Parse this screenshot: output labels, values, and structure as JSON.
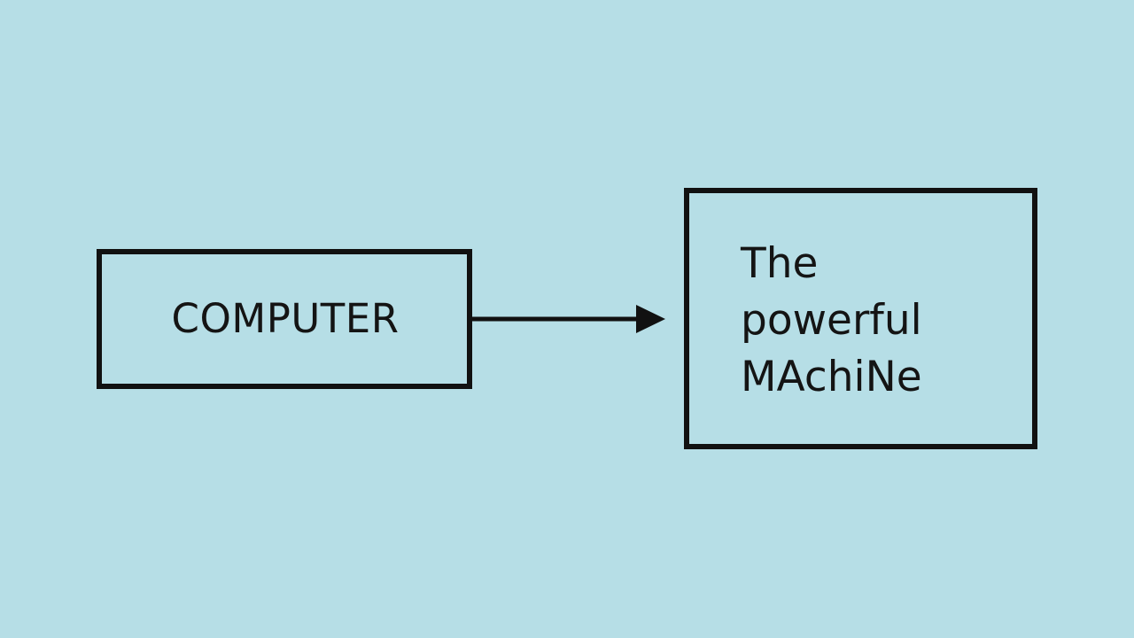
{
  "diagram": {
    "nodes": [
      {
        "id": "computer",
        "label": "COMPUTER"
      },
      {
        "id": "machine",
        "lines": [
          "The",
          "powerful",
          "MAchiNe"
        ]
      }
    ],
    "edges": [
      {
        "from": "computer",
        "to": "machine"
      }
    ]
  },
  "colors": {
    "background": "#b6dee6",
    "stroke": "#111111",
    "text": "#141414"
  }
}
